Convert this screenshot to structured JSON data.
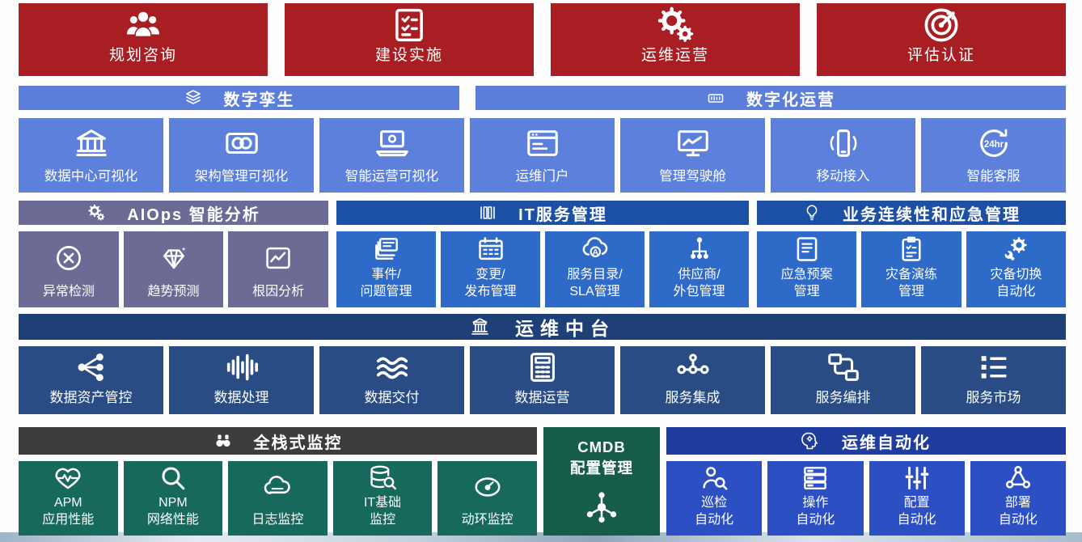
{
  "palette": {
    "phase_red": "#A91E22",
    "cornflower_blue": "#5C80DC",
    "aiops_purple": "#6C6B96",
    "section_blue_header": "#1C50A4",
    "section_blue_block": "#2E6AC8",
    "platform_navy_band": "#1F4077",
    "platform_navy_block": "#2A4C85",
    "monitoring_gray": "#3C3C3C",
    "monitoring_teal": "#17695C",
    "cmdb_green": "#175C4B",
    "automation_royal_header": "#1F3D9E",
    "automation_royal_block": "#2C4FC4"
  },
  "phases": [
    {
      "label": "规划咨询",
      "icon": "users-icon"
    },
    {
      "label": "建设实施",
      "icon": "checklist-icon"
    },
    {
      "label": "运维运营",
      "icon": "gears-icon"
    },
    {
      "label": "评估认证",
      "icon": "target-icon"
    }
  ],
  "visualization": {
    "headers": [
      {
        "label": "数字孪生",
        "icon": "layers-icon"
      },
      {
        "label": "数字化运营",
        "icon": "dashboard-device-icon"
      }
    ],
    "blocks": [
      {
        "label": "数据中心可视化",
        "icon": "bank-icon"
      },
      {
        "label": "架构管理可视化",
        "icon": "overlapping-circles-icon"
      },
      {
        "label": "智能运营可视化",
        "icon": "laptop-gear-icon"
      },
      {
        "label": "运维门户",
        "icon": "browser-window-icon"
      },
      {
        "label": "管理驾驶舱",
        "icon": "monitor-chart-icon"
      },
      {
        "label": "移动接入",
        "icon": "mobile-signal-icon"
      },
      {
        "label": "智能客服",
        "icon": "clock-24hr-icon"
      }
    ]
  },
  "analysis": {
    "aiops": {
      "header": {
        "label": "AIOps 智能分析",
        "icon": "gears-icon"
      },
      "blocks": [
        {
          "label": "异常检测",
          "icon": "x-circle-icon"
        },
        {
          "label": "趋势预测",
          "icon": "gem-icon"
        },
        {
          "label": "根因分析",
          "icon": "chart-box-icon"
        }
      ]
    },
    "itsm": {
      "header": {
        "label": "IT服务管理",
        "icon": "library-icon"
      },
      "blocks": [
        {
          "label": "事件/\n问题管理",
          "icon": "stacked-cards-icon"
        },
        {
          "label": "变更/\n发布管理",
          "icon": "calendar-icon"
        },
        {
          "label": "服务目录/\nSLA管理",
          "icon": "cloud-a-icon"
        },
        {
          "label": "供应商/\n外包管理",
          "icon": "org-tree-icon"
        }
      ]
    },
    "bcm": {
      "header": {
        "label": "业务连续性和应急管理",
        "icon": "bulb-icon"
      },
      "blocks": [
        {
          "label": "应急预案\n管理",
          "icon": "document-icon"
        },
        {
          "label": "灾备演练\n管理",
          "icon": "clipboard-check-icon"
        },
        {
          "label": "灾备切换\n自动化",
          "icon": "gear-wrench-icon"
        }
      ]
    }
  },
  "platform": {
    "band": {
      "label": "运维中台",
      "icon": "pavilion-icon"
    },
    "blocks": [
      {
        "label": "数据资产管控",
        "icon": "share-nodes-icon"
      },
      {
        "label": "数据处理",
        "icon": "waveform-icon"
      },
      {
        "label": "数据交付",
        "icon": "waves-icon"
      },
      {
        "label": "数据运营",
        "icon": "calculator-icon"
      },
      {
        "label": "服务集成",
        "icon": "linked-nodes-icon"
      },
      {
        "label": "服务编排",
        "icon": "flow-boxes-icon"
      },
      {
        "label": "服务市场",
        "icon": "list-icon"
      }
    ]
  },
  "monitoring": {
    "header": {
      "label": "全栈式监控",
      "icon": "binoculars-icon"
    },
    "blocks": [
      {
        "label": "APM\n应用性能",
        "icon": "heartbeat-icon"
      },
      {
        "label": "NPM\n网络性能",
        "icon": "magnifier-icon"
      },
      {
        "label": "日志监控",
        "icon": "cloud-disk-icon"
      },
      {
        "label": "IT基础\n监控",
        "icon": "database-search-icon"
      },
      {
        "label": "动环监控",
        "icon": "gauge-icon"
      }
    ]
  },
  "cmdb": {
    "label": "CMDB\n配置管理",
    "icon": "network-nodes-icon"
  },
  "automation": {
    "header": {
      "label": "运维自动化",
      "icon": "head-gear-icon"
    },
    "blocks": [
      {
        "label": "巡检\n自动化",
        "icon": "person-search-icon"
      },
      {
        "label": "操作\n自动化",
        "icon": "server-list-icon"
      },
      {
        "label": "配置\n自动化",
        "icon": "sliders-icon"
      },
      {
        "label": "部署\n自动化",
        "icon": "cluster-icon"
      }
    ]
  }
}
